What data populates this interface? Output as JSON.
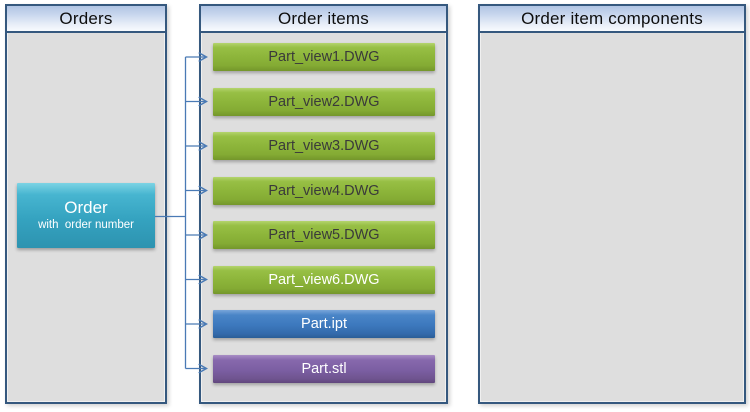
{
  "diagram": {
    "panels": {
      "orders": {
        "title": "Orders"
      },
      "order_items": {
        "title": "Order items"
      },
      "order_item_components": {
        "title": "Order item components"
      }
    },
    "order_box": {
      "title": "Order",
      "subtitle": "with  order number"
    },
    "order_items": [
      {
        "label": "Part_view1.DWG",
        "color": "green",
        "text": "dark"
      },
      {
        "label": "Part_view2.DWG",
        "color": "green",
        "text": "dark"
      },
      {
        "label": "Part_view3.DWG",
        "color": "green",
        "text": "dark"
      },
      {
        "label": "Part_view4.DWG",
        "color": "green",
        "text": "dark"
      },
      {
        "label": "Part_view5.DWG",
        "color": "green",
        "text": "dark"
      },
      {
        "label": "Part_view6.DWG",
        "color": "green",
        "text": "light"
      },
      {
        "label": "Part.ipt",
        "color": "blue",
        "text": "light"
      },
      {
        "label": "Part.stl",
        "color": "purple",
        "text": "light"
      }
    ],
    "colors": {
      "panel_border": "#35587e",
      "panel_body": "#dedede",
      "header_gradient_top": "#b0c4e3",
      "header_gradient_bottom": "#f8fbfe",
      "green_box": "#8db53a",
      "teal_box": "#35a3c0",
      "blue_box": "#3c78bd",
      "purple_box": "#7b5ea2",
      "connector": "#4a7ab5",
      "item_text_dark": "#3a3a3a",
      "item_text_light": "#ffffff"
    }
  }
}
